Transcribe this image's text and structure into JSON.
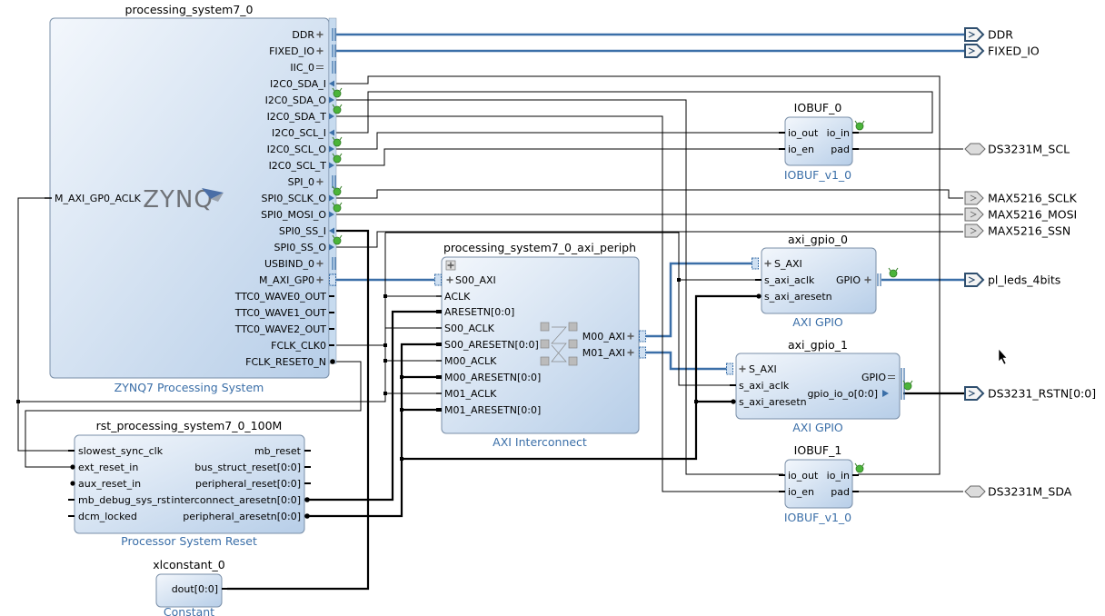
{
  "blocks": {
    "ps7": {
      "name": "processing_system7_0",
      "subtitle": "ZYNQ7 Processing System",
      "logo": "ZYNQ",
      "left_port": "M_AXI_GP0_ACLK",
      "ports": [
        "DDR",
        "FIXED_IO",
        "IIC_0",
        "I2C0_SDA_I",
        "I2C0_SDA_O",
        "I2C0_SDA_T",
        "I2C0_SCL_I",
        "I2C0_SCL_O",
        "I2C0_SCL_T",
        "SPI_0",
        "SPI0_SCLK_O",
        "SPI0_MOSI_O",
        "SPI0_SS_I",
        "SPI0_SS_O",
        "USBIND_0",
        "M_AXI_GP0",
        "TTC0_WAVE0_OUT",
        "TTC0_WAVE1_OUT",
        "TTC0_WAVE2_OUT",
        "FCLK_CLK0",
        "FCLK_RESET0_N"
      ]
    },
    "interconnect": {
      "name": "processing_system7_0_axi_periph",
      "subtitle": "AXI Interconnect",
      "left_ports": [
        "S00_AXI",
        "ACLK",
        "ARESETN[0:0]",
        "S00_ACLK",
        "S00_ARESETN[0:0]",
        "M00_ACLK",
        "M00_ARESETN[0:0]",
        "M01_ACLK",
        "M01_ARESETN[0:0]"
      ],
      "right_ports": [
        "M00_AXI",
        "M01_AXI"
      ]
    },
    "rst": {
      "name": "rst_processing_system7_0_100M",
      "subtitle": "Processor System Reset",
      "left_ports": [
        "slowest_sync_clk",
        "ext_reset_in",
        "aux_reset_in",
        "mb_debug_sys_rst",
        "dcm_locked"
      ],
      "right_ports": [
        "mb_reset",
        "bus_struct_reset[0:0]",
        "peripheral_reset[0:0]",
        "interconnect_aresetn[0:0]",
        "peripheral_aresetn[0:0]"
      ]
    },
    "xlconst": {
      "name": "xlconstant_0",
      "subtitle": "Constant",
      "port": "dout[0:0]"
    },
    "iobuf0": {
      "name": "IOBUF_0",
      "subtitle": "IOBUF_v1_0",
      "left_ports": [
        "io_out",
        "io_en"
      ],
      "right_ports": [
        "io_in",
        "pad"
      ]
    },
    "iobuf1": {
      "name": "IOBUF_1",
      "subtitle": "IOBUF_v1_0",
      "left_ports": [
        "io_out",
        "io_en"
      ],
      "right_ports": [
        "io_in",
        "pad"
      ]
    },
    "gpio0": {
      "name": "axi_gpio_0",
      "subtitle": "AXI GPIO",
      "left_ports": [
        "S_AXI",
        "s_axi_aclk",
        "s_axi_aresetn"
      ],
      "right_port": "GPIO"
    },
    "gpio1": {
      "name": "axi_gpio_1",
      "subtitle": "AXI GPIO",
      "left_ports": [
        "S_AXI",
        "s_axi_aclk",
        "s_axi_aresetn"
      ],
      "right_ports": [
        "GPIO",
        "gpio_io_o[0:0]"
      ]
    }
  },
  "external_ports": {
    "ddr": "DDR",
    "fixed_io": "FIXED_IO",
    "ds_scl": "DS3231M_SCL",
    "sclk": "MAX5216_SCLK",
    "mosi": "MAX5216_MOSI",
    "ssn": "MAX5216_SSN",
    "leds": "pl_leds_4bits",
    "rstn": "DS3231_RSTN[0:0]",
    "ds_sda": "DS3231M_SDA"
  },
  "colors": {
    "block_fill_top": "#f2f6fb",
    "block_fill_bottom": "#b9d0e9",
    "bus": "#3b6fa8",
    "subtitle": "#3b6fa8",
    "wire": "#000000"
  }
}
